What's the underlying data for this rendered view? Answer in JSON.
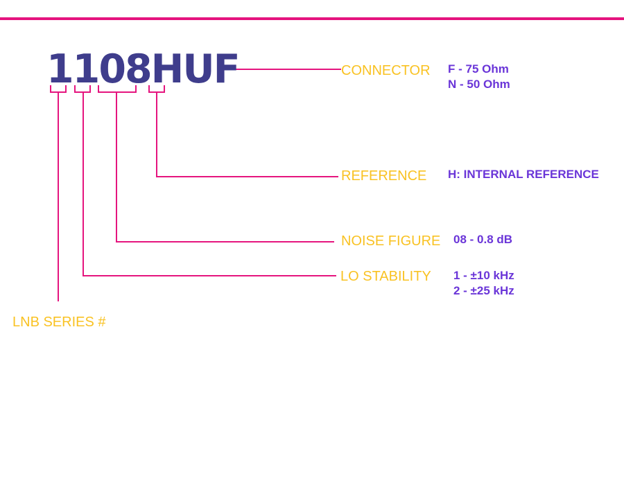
{
  "colors": {
    "accent": "#e5147e",
    "part_number": "#3f3d8c",
    "label": "#f9c223",
    "value": "#6a35d8"
  },
  "part_number": "1108HUF",
  "fields": {
    "connector": {
      "label": "CONNECTOR",
      "values": [
        "F - 75 Ohm",
        "N - 50 Ohm"
      ]
    },
    "reference": {
      "label": "REFERENCE",
      "values": [
        "H: INTERNAL REFERENCE"
      ]
    },
    "noise_figure": {
      "label": "NOISE FIGURE",
      "values": [
        "08 - 0.8 dB"
      ]
    },
    "lo_stability": {
      "label": "LO STABILITY",
      "values": [
        "1 - ±10 kHz",
        "2 - ±25 kHz"
      ]
    },
    "lnb_series": {
      "label": "LNB SERIES #"
    }
  }
}
